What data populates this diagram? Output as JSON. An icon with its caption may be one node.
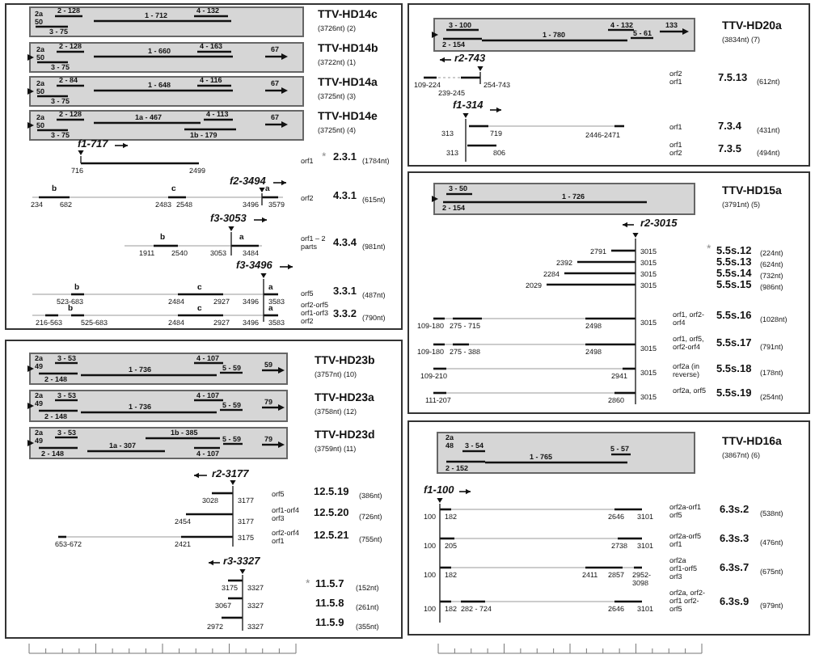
{
  "diagram": {
    "nodes": [
      {
        "text": [],
        "shape": "box"
      },
      {
        "text": [
          "2a",
          "50",
          "2 - 128",
          "3 - 75",
          "1 - 712",
          "4 - 132"
        ],
        "in": 0,
        "beside": [
          "TTV-HD14c",
          "(3726nt) (2)"
        ]
      },
      {
        "text": [
          "2a",
          "50",
          "2 - 128",
          "3 - 75",
          "1 - 660",
          "4 - 163",
          "67"
        ],
        "in": 0,
        "beside": [
          "TTV-HD14b",
          "(3722nt) (1)"
        ]
      },
      {
        "text": [
          "2a",
          "50",
          "2 - 84",
          "3 - 75",
          "1 - 648",
          "4 - 116",
          "67"
        ],
        "in": 0,
        "beside": [
          "TTV-HD14a",
          "(3725nt) (3)"
        ]
      },
      {
        "text": [
          "2a",
          "50",
          "2 - 128",
          "3 - 75",
          "1a - 467",
          "4 - 113",
          "1b - 179",
          "67"
        ],
        "in": 0,
        "beside": [
          "TTV-HD14e",
          "(3725nt) (4)"
        ]
      },
      {
        "text": [],
        "shape": "box"
      },
      {
        "text": [
          "2a",
          "49",
          "3 - 53",
          "2 - 148",
          "1 - 736",
          "4 - 107",
          "5 - 59",
          "59"
        ],
        "in": 5,
        "beside": [
          "TTV-HD23b",
          "(3757nt) (10)"
        ]
      },
      {
        "text": [
          "2a",
          "49",
          "3 - 53",
          "2 - 148",
          "1 - 736",
          "4 - 107",
          "5 - 59",
          "79"
        ],
        "in": 5,
        "beside": [
          "TTV-HD23a",
          "(3758nt) (12)"
        ]
      },
      {
        "text": [
          "2a",
          "49",
          "3 - 53",
          "2 - 148",
          "1a - 307",
          "1b - 385",
          "5 - 59",
          "4 - 107",
          "79"
        ],
        "in": 5,
        "beside": [
          "TTV-HD23d",
          "(3759nt) (11)"
        ]
      },
      {
        "text": [],
        "shape": "box"
      },
      {
        "text": [
          "3 - 100",
          "2 - 154",
          "1 - 780",
          "4 - 132",
          "5 - 61",
          "133"
        ],
        "in": 9,
        "beside": [
          "TTV-HD20a",
          "(3834nt) (7)"
        ]
      },
      {
        "text": [],
        "shape": "box"
      },
      {
        "text": [
          "3 - 50",
          "2 - 154",
          "1 - 726"
        ],
        "in": 11,
        "beside": [
          "TTV-HD15a",
          "(3791nt) (5)"
        ]
      },
      {
        "text": [],
        "shape": "box"
      },
      {
        "text": [
          "2a",
          "48",
          "3 - 54",
          "2 - 152",
          "1 - 765",
          "5 - 57"
        ],
        "in": 13,
        "beside": [
          "TTV-HD16a",
          "(3867nt) (6)"
        ]
      }
    ],
    "labels": [
      "f1-717",
      "716",
      "2499",
      "orf1",
      "*",
      "2.3.1",
      "(1784nt)",
      "f2-3494",
      "b",
      "c",
      "a",
      "234",
      "682",
      "2483",
      "2548",
      "3496",
      "3579",
      "orf2",
      "4.3.1",
      "(615nt)",
      "f3-3053",
      "b",
      "a",
      "1911",
      "2540",
      "3053",
      "3484",
      "orf1 – 2 parts",
      "4.3.4",
      "(981nt)",
      "f3-3496",
      "b",
      "c",
      "a",
      "523-683",
      "2484",
      "2927",
      "3496",
      "3583",
      "orf5",
      "3.3.1",
      "(487nt)",
      "b",
      "c",
      "a",
      "216-563",
      "525-683",
      "2484",
      "2927",
      "3496",
      "3583",
      "orf2-orf5 orf1-orf3 orf2",
      "3.3.2",
      "(790nt)",
      "r2-3177",
      "3028",
      "3177",
      "orf5",
      "12.5.19",
      "(386nt)",
      "2454",
      "3177",
      "orf1-orf4 orf3",
      "12.5.20",
      "(726nt)",
      "653-672",
      "2421",
      "3175",
      "orf2-orf4 orf1",
      "12.5.21",
      "(755nt)",
      "r3-3327",
      "3175",
      "3327",
      "*",
      "11.5.7",
      "(152nt)",
      "3067",
      "3327",
      "11.5.8",
      "(261nt)",
      "2972",
      "3327",
      "11.5.9",
      "(355nt)",
      "r2-743",
      "109-224",
      "254-743",
      "239-245",
      "orf2 orf1",
      "7.5.13",
      "(612nt)",
      "f1-314",
      "313",
      "719",
      "2446-2471",
      "orf1",
      "7.3.4",
      "(431nt)",
      "313",
      "806",
      "orf1 orf2",
      "7.3.5",
      "(494nt)",
      "r2-3015",
      "*",
      "2791",
      "3015",
      "5.5s.12",
      "(224nt)",
      "2392",
      "3015",
      "5.5s.13",
      "(624nt)",
      "2284",
      "3015",
      "5.5s.14",
      "(732nt)",
      "2029",
      "3015",
      "5.5s.15",
      "(986nt)",
      "109-180",
      "275 - 715",
      "2498",
      "3015",
      "orf1, orf2-orf4",
      "5.5s.16",
      "(1028nt)",
      "109-180",
      "275 - 388",
      "2498",
      "3015",
      "orf1, orf5, orf2-orf4",
      "5.5s.17",
      "(791nt)",
      "109-210",
      "2941",
      "3015",
      "orf2a (in reverse)",
      "5.5s.18",
      "(178nt)",
      "111-207",
      "2860",
      "3015",
      "orf2a, orf5",
      "5.5s.19",
      "(254nt)",
      "f1-100",
      "100",
      "182",
      "2646",
      "3101",
      "orf2a-orf1 orf5",
      "6.3s.2",
      "(538nt)",
      "100",
      "205",
      "2738",
      "3101",
      "orf2a-orf5 orf1",
      "6.3s.3",
      "(476nt)",
      "100",
      "182",
      "2411",
      "2857",
      "2952-3098",
      "orf2a orf1-orf5 orf3",
      "6.3s.7",
      "(675nt)",
      "100",
      "182",
      "282 - 724",
      "2646",
      "3101",
      "orf2a, orf2-orf1 orf2-orf5",
      "6.3s.9",
      "(979nt)"
    ]
  }
}
